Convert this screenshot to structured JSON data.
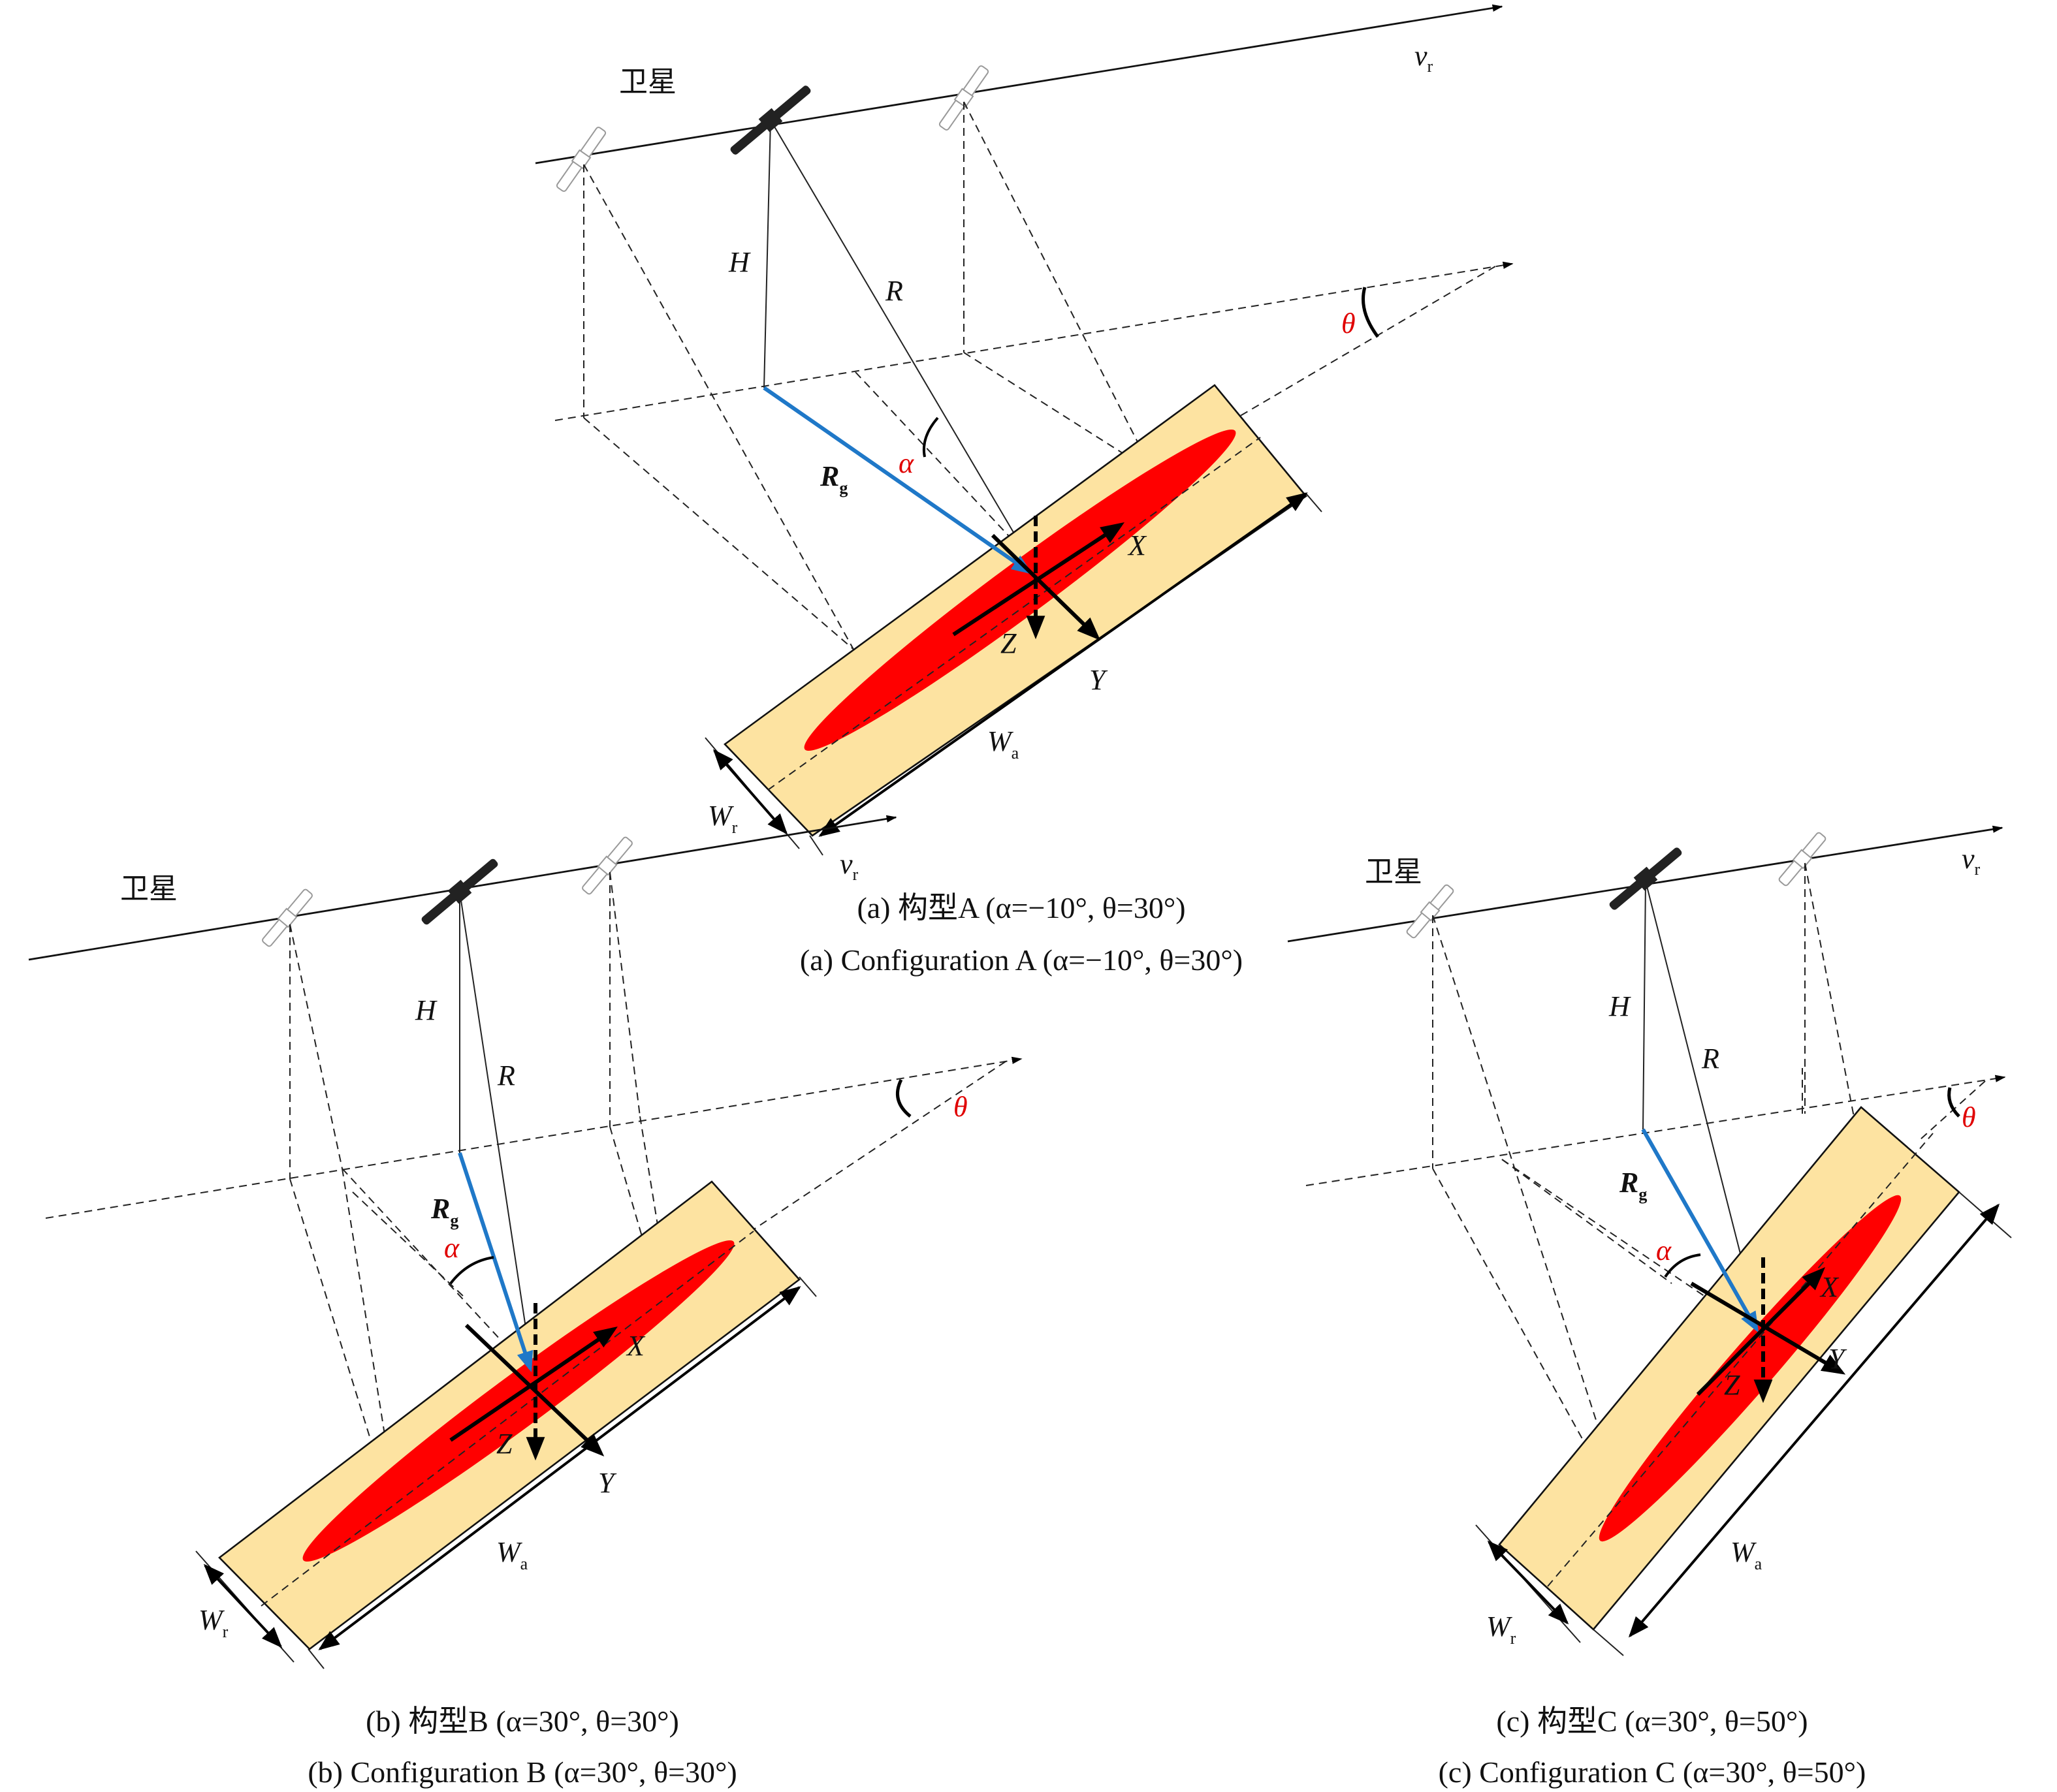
{
  "figure": {
    "panels": [
      {
        "id": "a",
        "satellite_label": "卫星",
        "velocity_label": "v",
        "velocity_sub": "r",
        "height_label": "H",
        "range_label": "R",
        "ground_range_label": "R",
        "ground_range_sub": "g",
        "alpha_label": "α",
        "theta_label": "θ",
        "axis_x": "X",
        "axis_y": "Y",
        "axis_z": "Z",
        "azimuth_width_label": "W",
        "azimuth_width_sub": "a",
        "range_width_label": "W",
        "range_width_sub": "r",
        "alpha_deg": -10,
        "theta_deg": 30,
        "caption_cn": "(a) 构型A (α=−10°, θ=30°)",
        "caption_en": "(a) Configuration A (α=−10°, θ=30°)"
      },
      {
        "id": "b",
        "satellite_label": "卫星",
        "velocity_label": "v",
        "velocity_sub": "r",
        "height_label": "H",
        "range_label": "R",
        "ground_range_label": "R",
        "ground_range_sub": "g",
        "alpha_label": "α",
        "theta_label": "θ",
        "axis_x": "X",
        "axis_y": "Y",
        "axis_z": "Z",
        "azimuth_width_label": "W",
        "azimuth_width_sub": "a",
        "range_width_label": "W",
        "range_width_sub": "r",
        "alpha_deg": 30,
        "theta_deg": 30,
        "caption_cn": "(b) 构型B (α=30°, θ=30°)",
        "caption_en": "(b) Configuration B (α=30°, θ=30°)"
      },
      {
        "id": "c",
        "satellite_label": "卫星",
        "velocity_label": "v",
        "velocity_sub": "r",
        "height_label": "H",
        "range_label": "R",
        "ground_range_label": "R",
        "ground_range_sub": "g",
        "alpha_label": "α",
        "theta_label": "θ",
        "axis_x": "X",
        "axis_y": "Y",
        "axis_z": "Z",
        "azimuth_width_label": "W",
        "azimuth_width_sub": "a",
        "range_width_label": "W",
        "range_width_sub": "r",
        "alpha_deg": 30,
        "theta_deg": 50,
        "caption_cn": "(c) 构型C (α=30°, θ=50°)",
        "caption_en": "(c) Configuration C (α=30°, θ=50°)"
      }
    ],
    "colors": {
      "strip_fill": "#fde3a1",
      "footprint": "#ff0000",
      "ground_range_vector": "#1f78c8",
      "angle_labels": "#e00000"
    }
  }
}
